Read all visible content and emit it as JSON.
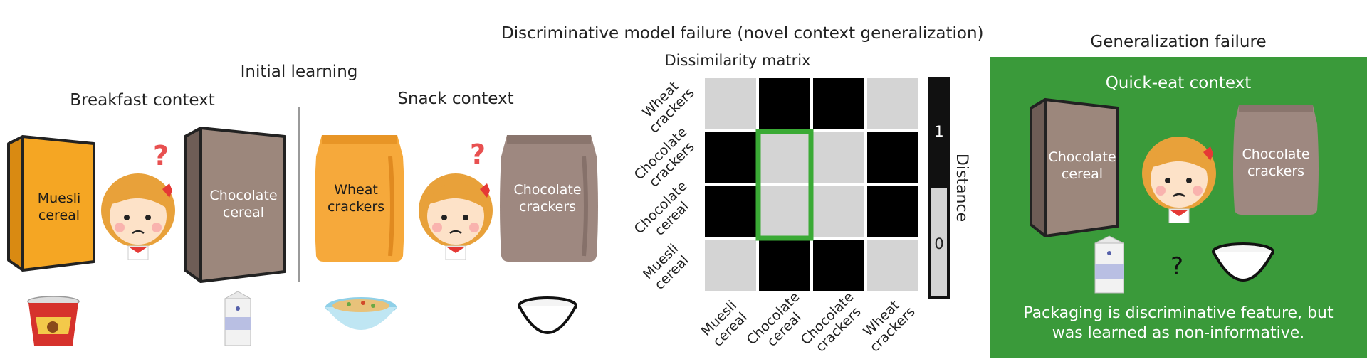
{
  "left_panel": {
    "title": "Initial learning",
    "breakfast": {
      "title": "Breakfast context",
      "item1_label": "Muesli\ncereal",
      "item2_label": "Chocolate\ncereal",
      "question_mark": "?",
      "colors": {
        "muesli": "#f5a623",
        "chocolate": "#9c877c"
      }
    },
    "snack": {
      "title": "Snack context",
      "item1_label": "Wheat\ncrackers",
      "item2_label": "Chocolate\ncrackers",
      "question_mark": "?",
      "colors": {
        "wheat": "#f6a93b",
        "chocolate": "#9e8880"
      }
    }
  },
  "middle_panel": {
    "title": "Discriminative model failure (novel context generalization)",
    "matrix_title": "Dissimilarity matrix",
    "row_labels": [
      "Wheat\ncrackers",
      "Chocolate\ncrackers",
      "Chocolate\ncereal",
      "Muesli\ncereal"
    ],
    "col_labels": [
      "Muesli\ncereal",
      "Chocolate\ncereal",
      "Chocolate\ncrackers",
      "Wheat\ncrackers"
    ],
    "matrix_values": [
      [
        0,
        1,
        1,
        0
      ],
      [
        1,
        0,
        0,
        1
      ],
      [
        1,
        0,
        0,
        1
      ],
      [
        0,
        1,
        1,
        0
      ]
    ],
    "highlight": {
      "col": 1,
      "rows": [
        1,
        2
      ],
      "color": "#3aaa35"
    },
    "colorbar": {
      "label": "Distance",
      "max_label": "1",
      "min_label": "0"
    },
    "colors": {
      "high": "#000000",
      "low": "#d4d4d4"
    }
  },
  "right_panel": {
    "title": "Generalization failure",
    "context_title": "Quick-eat context",
    "item1_label": "Chocolate\ncereal",
    "item2_label": "Chocolate\ncrackers",
    "question_mark": "?",
    "caption_line1": "Packaging is discriminative feature, but",
    "caption_line2": "was learned as non-informative.",
    "background": "#3a9a3a"
  }
}
